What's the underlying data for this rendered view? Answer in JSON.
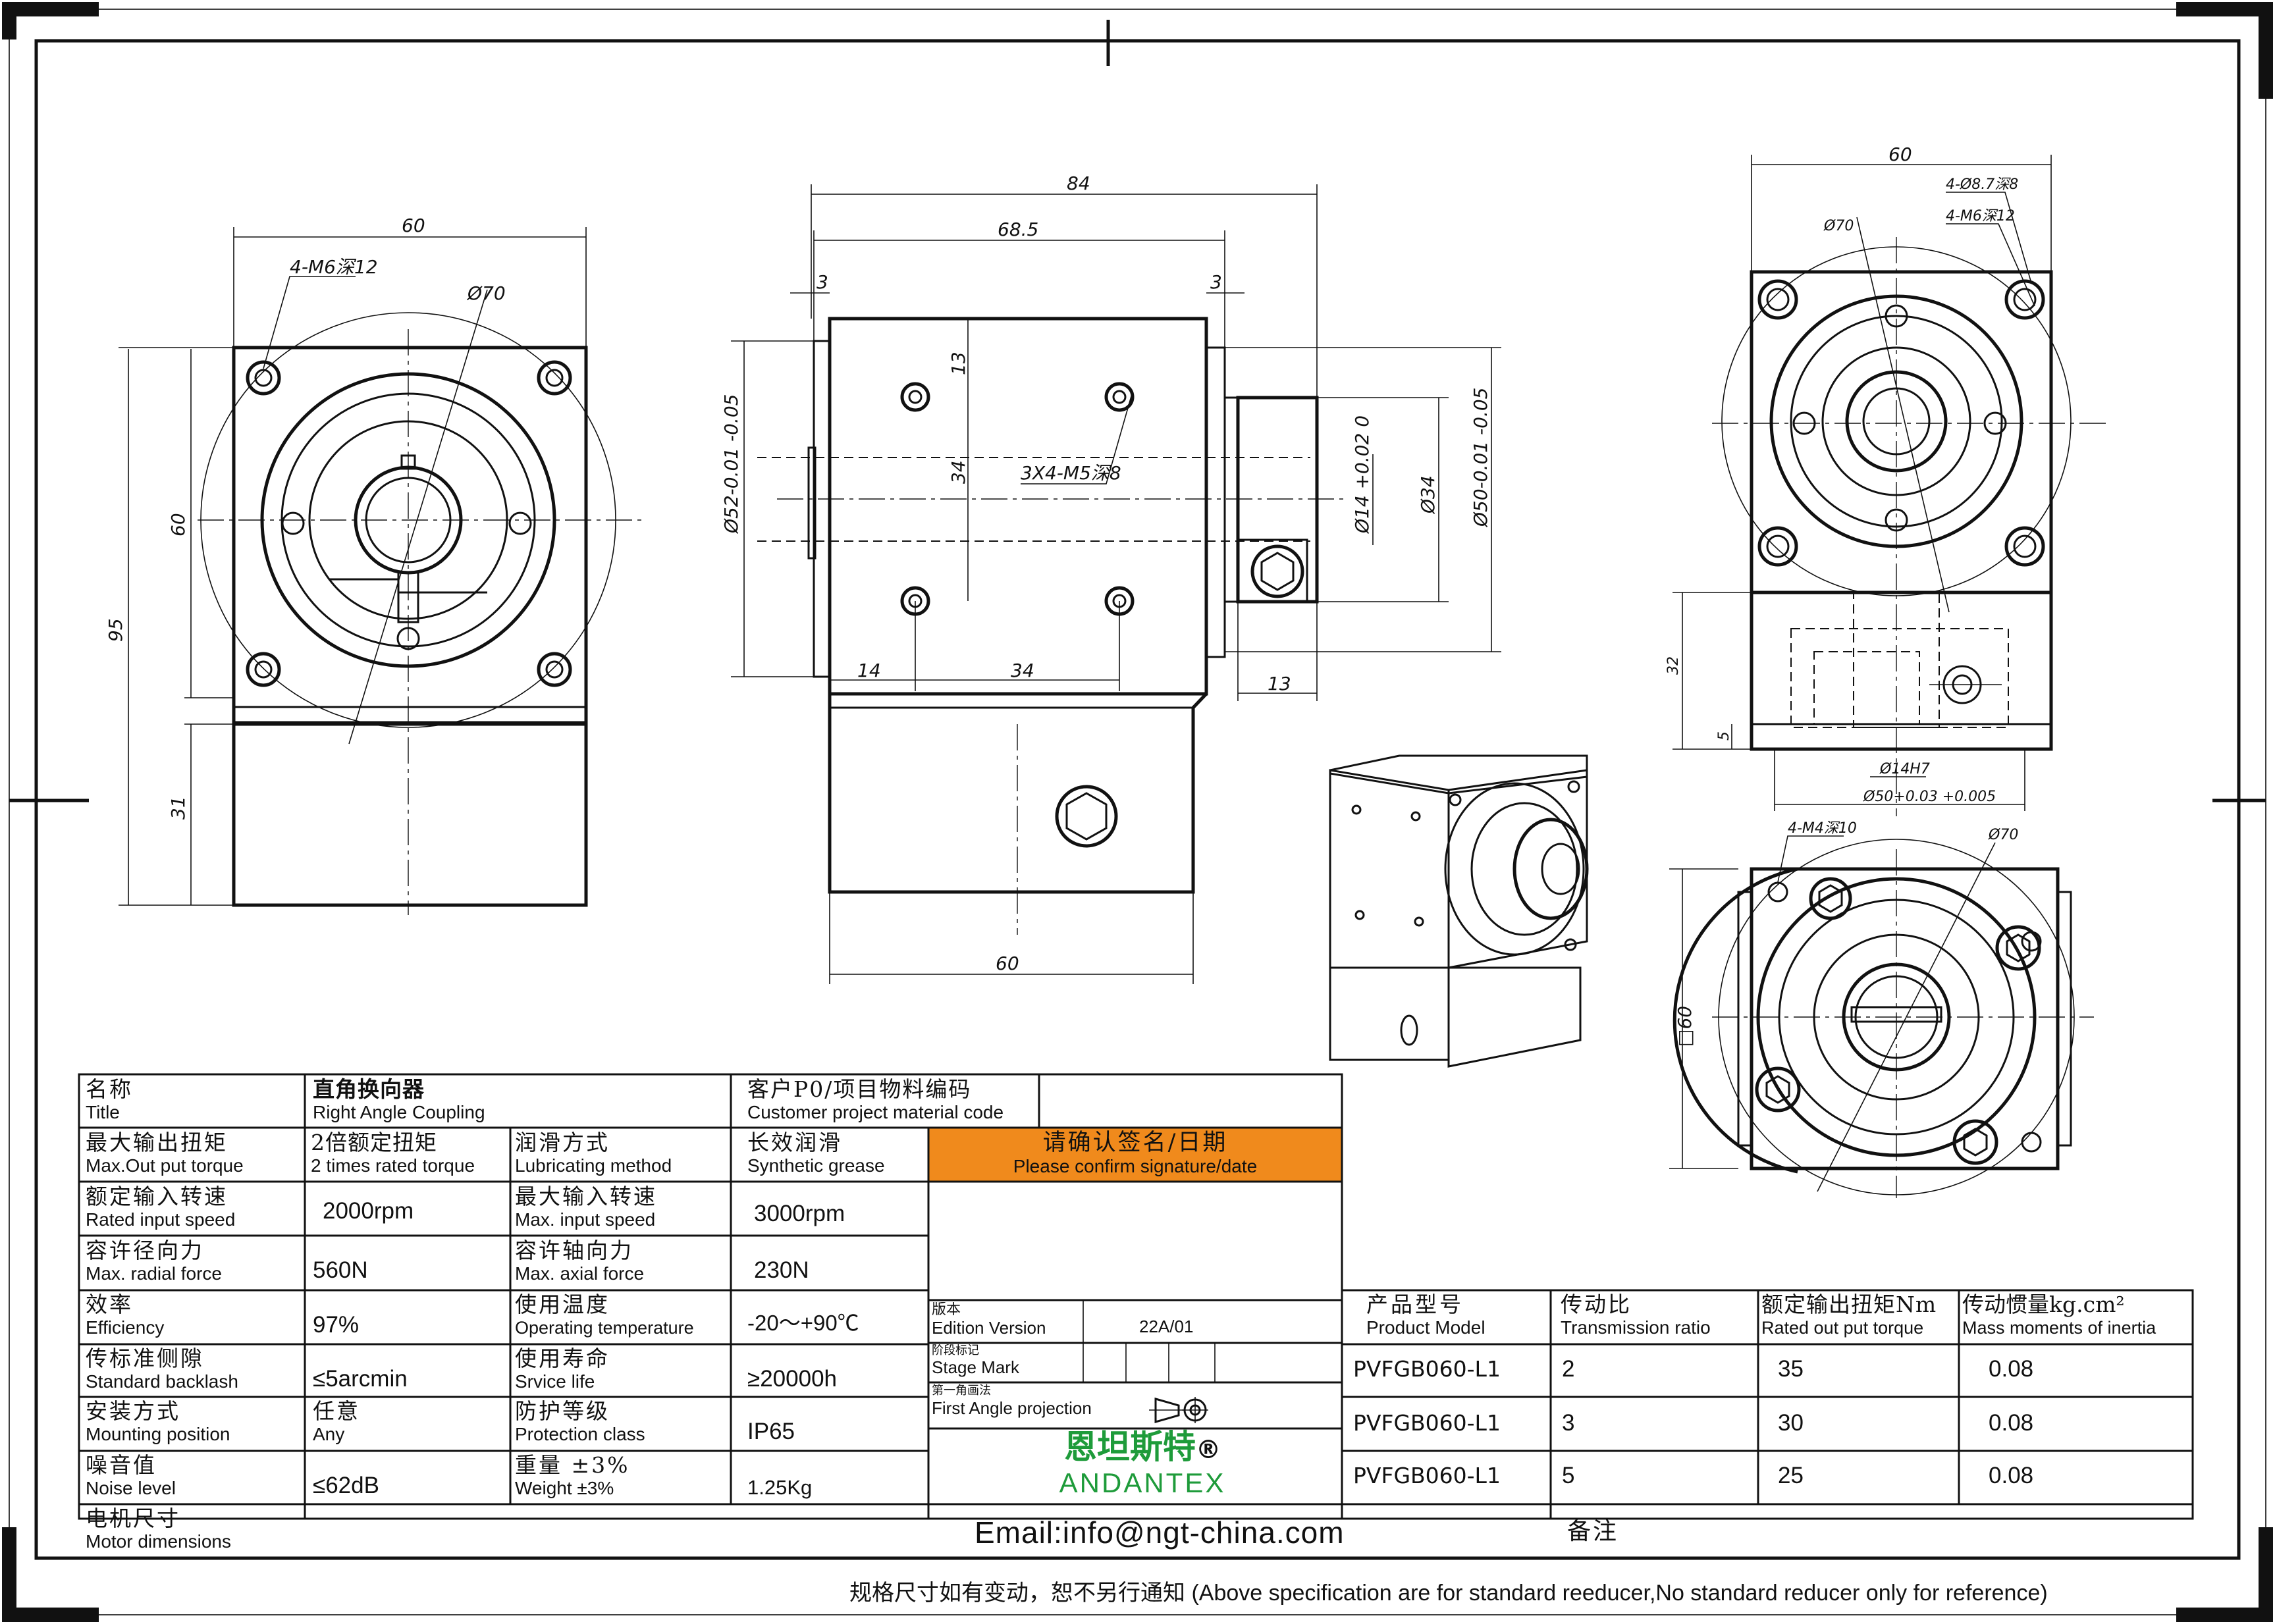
{
  "drawing": {
    "front_view": {
      "dims": [
        "60",
        "4-M6深12",
        "Ø70",
        "60",
        "95",
        "31"
      ]
    },
    "side_view": {
      "dims": [
        "84",
        "68.5",
        "3",
        "3",
        "13",
        "34",
        "3X4-M5深8",
        "Ø52-0.01 -0.05",
        "Ø14 +0.02 0",
        "Ø34",
        "Ø50-0.01 -0.05",
        "14",
        "34",
        "13",
        "60"
      ]
    },
    "right_top_view": {
      "dims": [
        "60",
        "4-Ø8.7深8",
        "4-M6深12",
        "Ø70",
        "32",
        "5",
        "Ø14H7",
        "Ø50+0.03 +0.005"
      ]
    },
    "right_bottom_view": {
      "dims": [
        "4-M4深10",
        "Ø70",
        "□60"
      ]
    }
  },
  "table": {
    "row_title": {
      "zh": "名称",
      "en": "Title",
      "value_zh": "直角换向器",
      "value_en": "Right Angle Coupling",
      "cust_zh": "客户P0/项目物料编码",
      "cust_en": "Customer project material code"
    },
    "rows": [
      {
        "zh": "最大输出扭矩",
        "en": "Max.Out put torque",
        "val_zh": "2倍额定扭矩",
        "val_en": "2 times rated torque",
        "zh2": "润滑方式",
        "en2": "Lubricating method",
        "val2_zh": "长效润滑",
        "val2_en": "Synthetic grease"
      },
      {
        "zh": "额定输入转速",
        "en": "Rated input speed",
        "val": "2000rpm",
        "zh2": "最大输入转速",
        "en2": "Max. input speed",
        "val2": "3000rpm"
      },
      {
        "zh": "容许径向力",
        "en": "Max. radial force",
        "val": "560N",
        "zh2": "容许轴向力",
        "en2": "Max. axial force",
        "val2": "230N"
      },
      {
        "zh": "效率",
        "en": "Efficiency",
        "val": "97%",
        "zh2": "使用温度",
        "en2": "Operating temperature",
        "val2": "-20〜+90℃"
      },
      {
        "zh": "传标准侧隙",
        "en": "Standard backlash",
        "val": "≤5arcmin",
        "zh2": "使用寿命",
        "en2": "Srvice life",
        "val2": "≥20000h"
      },
      {
        "zh": "安装方式",
        "en": "Mounting position",
        "val_zh": "任意",
        "val_en": "Any",
        "zh2": "防护等级",
        "en2": "Protection class",
        "val2": "IP65"
      },
      {
        "zh": "噪音值",
        "en": "Noise level",
        "val": "≤62dB",
        "zh2": "重量 ±3%",
        "en2": "Weight ±3%",
        "val2": "1.25Kg"
      }
    ],
    "motor": {
      "zh": "电机尺寸",
      "en": "Motor dimensions"
    },
    "confirm": {
      "zh": "请确认签名/日期",
      "en": "Please confirm signature/date"
    },
    "edition": {
      "zh": "版本",
      "en": "Edition Version",
      "value": "22A/01"
    },
    "stage": {
      "zh": "阶段标记",
      "en": "Stage Mark"
    },
    "projection": {
      "zh": "第一角画法",
      "en": "First Angle projection"
    },
    "brand": {
      "zh": "恩坦斯特",
      "reg": "®",
      "en": "ANDANTEX"
    },
    "email": "Email:info@ngt-china.com",
    "remark": "备注",
    "model_headers": [
      {
        "zh": "产品型号",
        "en": "Product Model"
      },
      {
        "zh": "传动比",
        "en": "Transmission ratio"
      },
      {
        "zh": "额定输出扭矩Nm",
        "en": "Rated out put torque"
      },
      {
        "zh": "传动惯量kg.cm²",
        "en": "Mass moments of inertia"
      }
    ],
    "models": [
      {
        "model": "PVFGB060-L1",
        "ratio": "2",
        "torque": "35",
        "inertia": "0.08"
      },
      {
        "model": "PVFGB060-L1",
        "ratio": "3",
        "torque": "30",
        "inertia": "0.08"
      },
      {
        "model": "PVFGB060-L1",
        "ratio": "5",
        "torque": "25",
        "inertia": "0.08"
      }
    ]
  },
  "footer": "规格尺寸如有变动，恕不另行通知  (Above specification are for standard reeducer,No standard reducer only for reference)",
  "colors": {
    "accent": "#f08a1c",
    "brand_green": "#1e9b3a",
    "line": "#111111"
  }
}
